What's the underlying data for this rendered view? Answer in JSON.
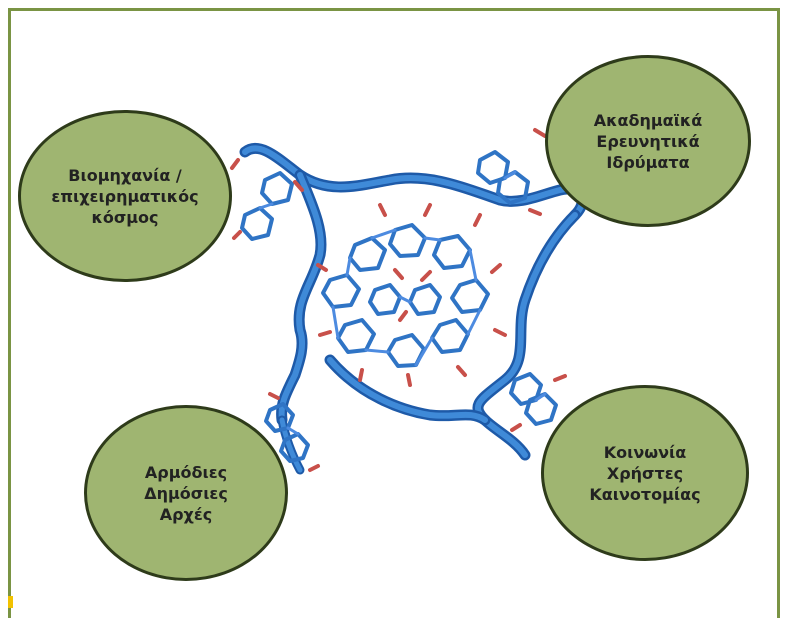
{
  "nodes": {
    "industry": "Βιομηχανία /\nεπιχειρηματικός\nκόσμος",
    "academic": "Ακαδημαϊκά\nΕρευνητικά\nΙδρύματα",
    "authorities": "Αρμόδιες\nΔημόσιες\nΑρχές",
    "society": "Κοινωνία\nΧρήστες\nΚαινοτομίας"
  },
  "colors": {
    "frame_border": "#7a9444",
    "node_fill": "#9fb571",
    "node_border": "#2e3b1a",
    "backbone": "#2f74c5",
    "atoms_red": "#c8504a",
    "accent": "#f2c200"
  },
  "center_image": "molecular-structure"
}
